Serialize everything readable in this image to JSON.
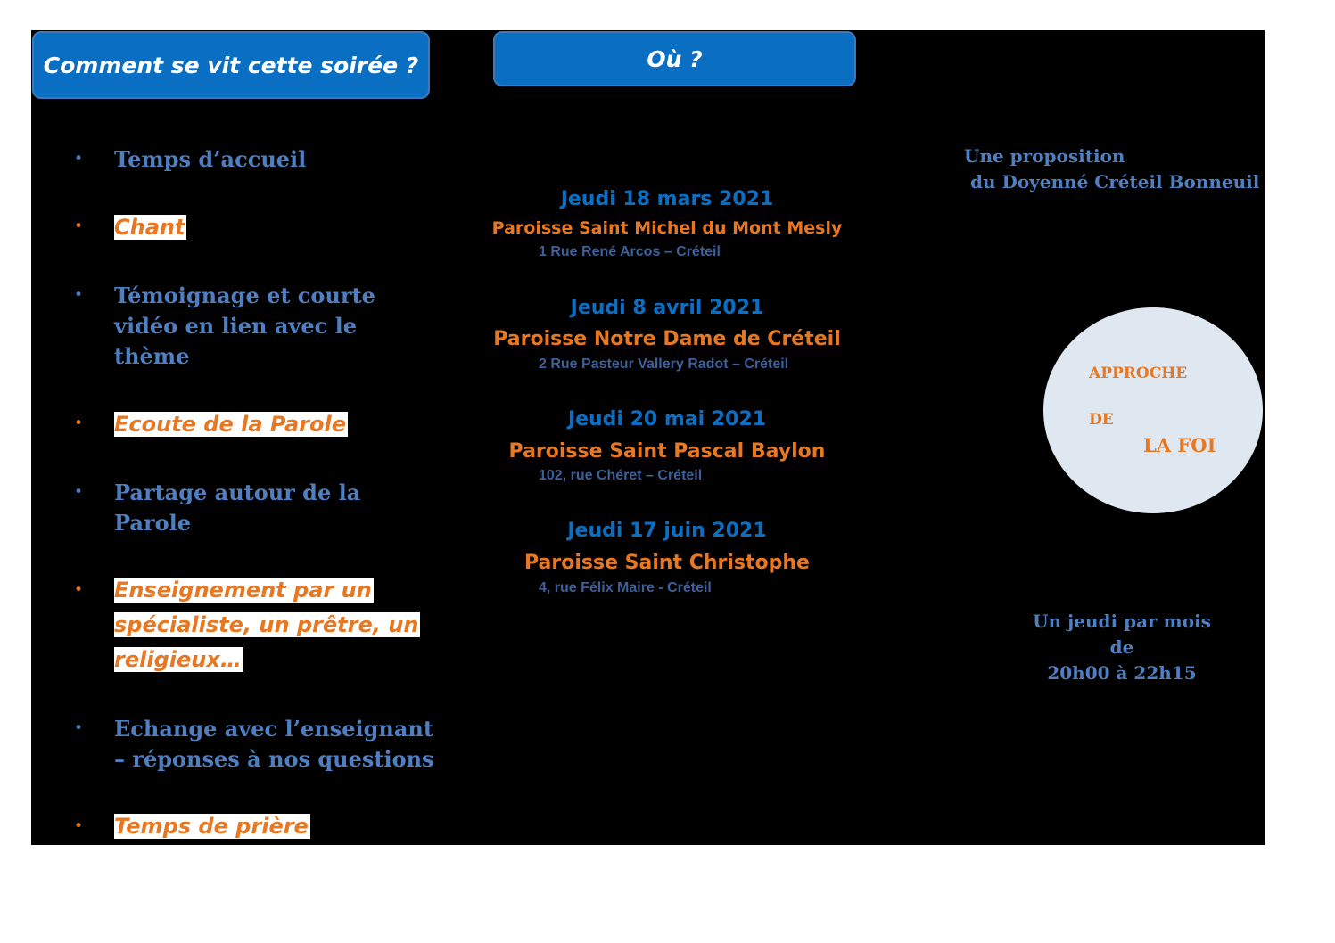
{
  "headers": {
    "how": "Comment se vit cette soirée ?",
    "where": "Où ?"
  },
  "steps": [
    {
      "bullet": "•",
      "text": "Temps d’accueil"
    },
    {
      "bullet": "•",
      "text": "Chant"
    },
    {
      "bullet": "•",
      "text": "Témoignage et courte\nvidéo en lien avec le\nthème"
    },
    {
      "bullet": "•",
      "text": "Ecoute de la Parole"
    },
    {
      "bullet": "•",
      "text": "Partage autour de la\nParole"
    },
    {
      "bullet": "•",
      "lines": [
        "Enseignement par un",
        "spécialiste, un prêtre, un",
        "religieux…"
      ]
    },
    {
      "bullet": "•",
      "text": "Echange avec l’enseignant\n– réponses à nos questions"
    },
    {
      "bullet": "•",
      "text": "Temps de prière"
    }
  ],
  "sessions": [
    {
      "date": "Jeudi 18 mars 2021",
      "paroisse": "Paroisse Saint Michel du Mont Mesly",
      "address": "1 Rue René Arcos – Créteil"
    },
    {
      "date": "Jeudi 8 avril 2021",
      "paroisse": "Paroisse Notre Dame de Créteil",
      "address": "2 Rue Pasteur Vallery Radot – Créteil"
    },
    {
      "date": "Jeudi 20 mai 2021",
      "paroisse": "Paroisse Saint Pascal Baylon",
      "address": "102, rue Chéret – Créteil"
    },
    {
      "date": "Jeudi 17 juin 2021",
      "paroisse": "Paroisse Saint Christophe",
      "address": "4, rue Félix Maire - Créteil"
    }
  ],
  "proposal": {
    "line1": "Une proposition",
    "line2": "du Doyenné Créteil Bonneuil"
  },
  "title_circle": {
    "w1": "APPROCHE",
    "w2": "DE",
    "w3": "LA FOI"
  },
  "schedule": {
    "line1": "Un jeudi par mois",
    "line2": "de",
    "line3": "20h00 à 22h15"
  },
  "colors": {
    "blue": "#0a6fc2",
    "orange": "#e87722",
    "steel": "#4f7fc0"
  }
}
